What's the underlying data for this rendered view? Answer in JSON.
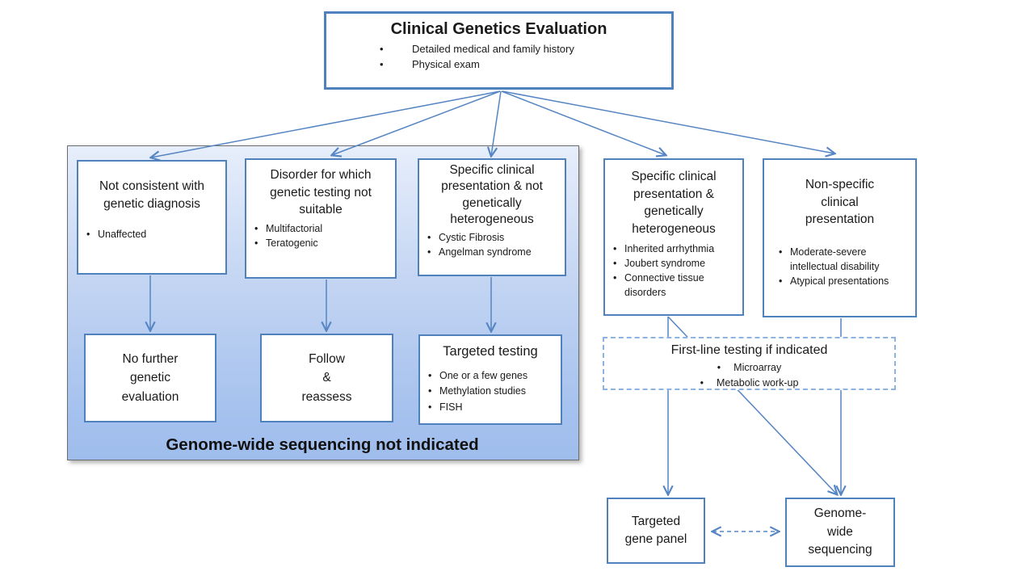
{
  "diagram": {
    "root": {
      "title": "Clinical Genetics Evaluation",
      "bullets": [
        "Detailed medical and family history",
        "Physical exam"
      ]
    },
    "panel": {
      "label": "Genome-wide sequencing not indicated"
    },
    "branch1": {
      "title": "Not consistent with\ngenetic diagnosis",
      "bullets": [
        "Unaffected"
      ]
    },
    "branch2": {
      "title": "Disorder for which\ngenetic testing not\nsuitable",
      "bullets": [
        "Multifactorial",
        "Teratogenic"
      ]
    },
    "branch3": {
      "title": "Specific clinical\npresentation & not\ngenetically\nheterogeneous",
      "bullets": [
        "Cystic Fibrosis",
        "Angelman syndrome"
      ]
    },
    "branch4": {
      "title": "Specific clinical\npresentation &\ngenetically\nheterogeneous",
      "bullets": [
        "Inherited arrhythmia",
        "Joubert syndrome",
        "Connective tissue disorders"
      ]
    },
    "branch5": {
      "title": "Non-specific\nclinical\npresentation",
      "bullets": [
        "Moderate-severe intellectual disability",
        "Atypical presentations"
      ]
    },
    "outcome1": {
      "title": "No further\ngenetic\nevaluation"
    },
    "outcome2": {
      "title": "Follow\n&\nreassess"
    },
    "outcome3": {
      "title": "Targeted testing",
      "bullets": [
        "One or a few genes",
        "Methylation studies",
        "FISH"
      ]
    },
    "firstline": {
      "title": "First-line testing if indicated",
      "bullets": [
        "Microarray",
        "Metabolic work-up"
      ]
    },
    "targeted_panel": {
      "title": "Targeted\ngene panel"
    },
    "genome_wide": {
      "title": "Genome-\nwide\nsequencing"
    },
    "colors": {
      "box_border": "#4f81bd",
      "arrow": "#5585c2",
      "panel_gradient_top": "#e7eefb",
      "panel_gradient_bottom": "#9fbdec",
      "dashed_border": "#8db3e2"
    }
  }
}
